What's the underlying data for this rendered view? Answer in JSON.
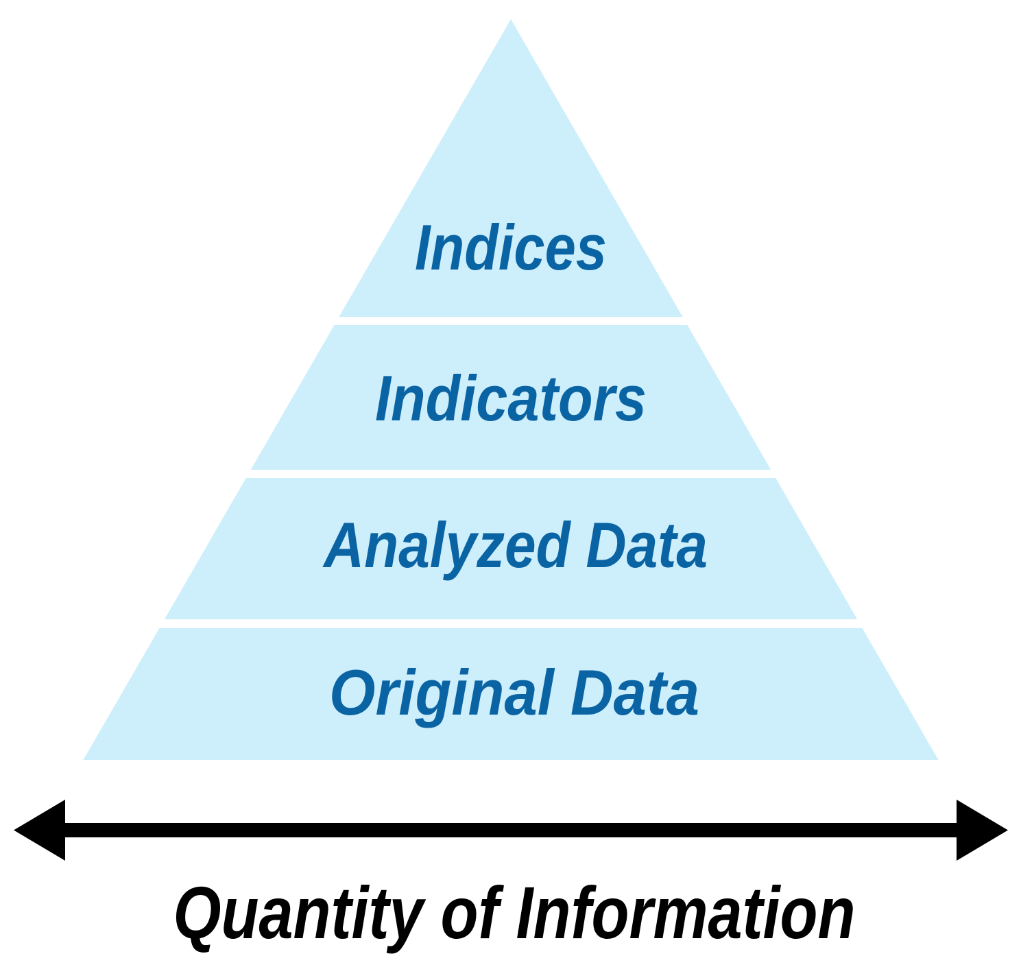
{
  "diagram": {
    "type": "pyramid",
    "layers": [
      {
        "label": "Indices"
      },
      {
        "label": "Indicators"
      },
      {
        "label": "Analyzed Data"
      },
      {
        "label": "Original Data"
      }
    ],
    "axis": {
      "label": "Quantity of Information",
      "icon": "double-headed-horizontal-arrow"
    },
    "colors": {
      "layer_fill": "#cdeefb",
      "label_text": "#0a64a4",
      "arrow": "#000000",
      "axis_label_text": "#000000",
      "background": "#ffffff"
    }
  }
}
